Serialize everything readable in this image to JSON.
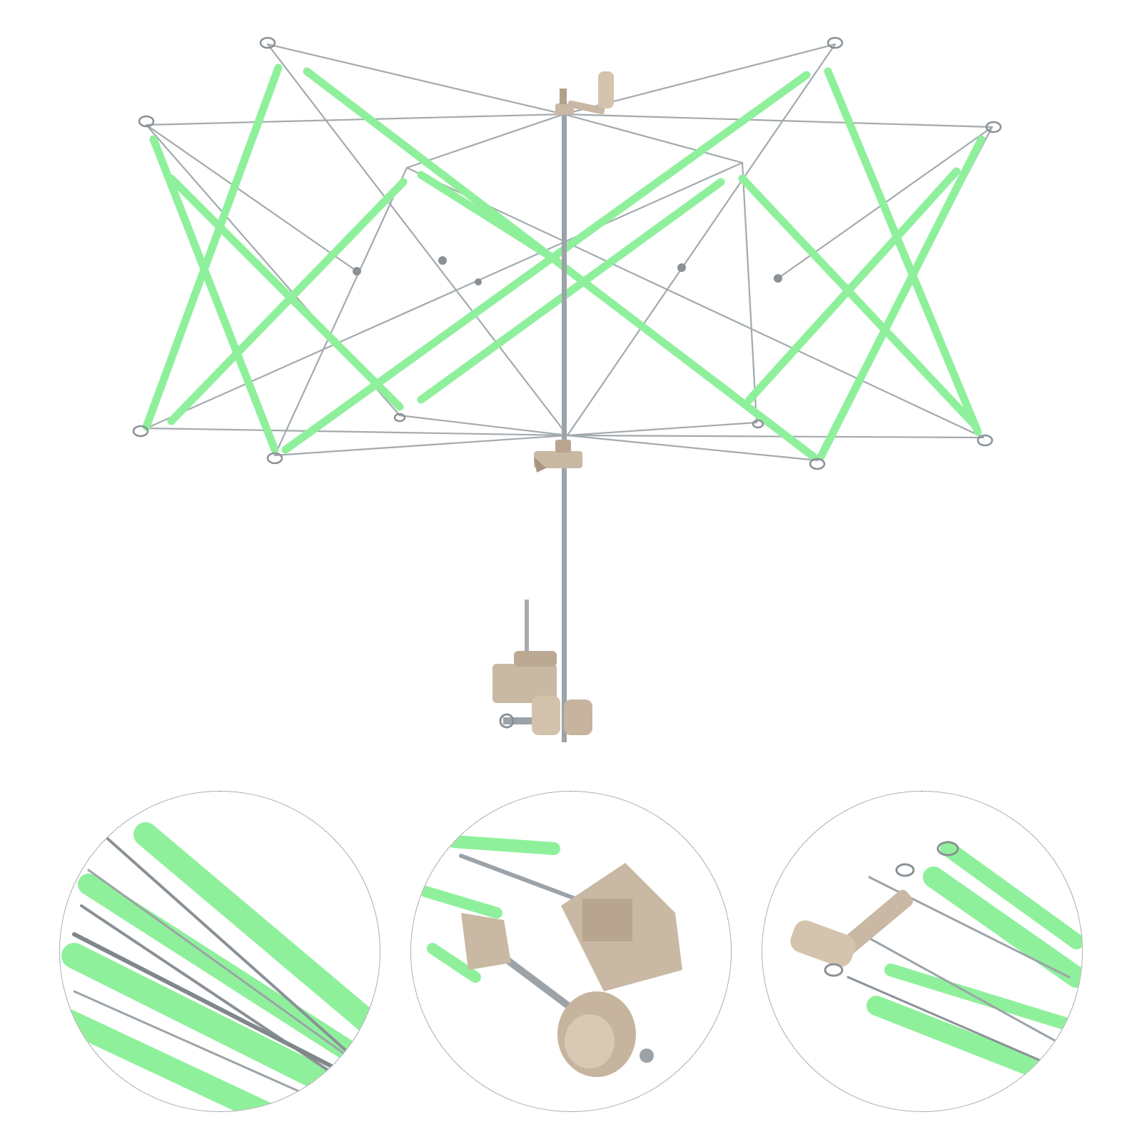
{
  "product": {
    "main_view": "yarn-swift-umbrella-winder",
    "details": [
      "detail-folded-arms",
      "detail-table-clamp",
      "detail-hand-crank"
    ]
  },
  "colors": {
    "arm_green": "#8ff09c",
    "arm_green_edge": "#6fd880",
    "steel": "#9ca3a8",
    "steel_dark": "#6f767b",
    "plastic_tan": "#c9b8a3",
    "plastic_tan_dark": "#a8957f",
    "background": "#ffffff",
    "circle_border": "#555555"
  }
}
